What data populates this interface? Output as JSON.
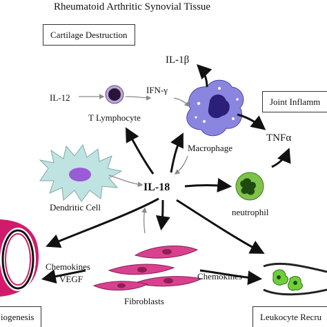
{
  "title": "Rheumatoid Arthritic Synovial Tissue",
  "boxes": {
    "cartilage": "Cartilage Destruction",
    "joint": "Joint Inflamm",
    "angiogenesis": "iogenesis",
    "leukocyte": "Leukocyte Recru"
  },
  "labels": {
    "il12": "IL-12",
    "ifng": "IFN-γ",
    "il1b": "IL-1β",
    "tlymph": "T Lymphocyte",
    "macrophage": "Macrophage",
    "tnfa": "TNFα",
    "il18": "IL-18",
    "dendritic": "Dendritic Cell",
    "neutrophil": "neutrophil",
    "chemokines_left": "Chemokines",
    "vegf": "VEGF",
    "chemokines_right": "Chemokines",
    "fibroblasts": "Fibroblasts"
  },
  "colors": {
    "arrow_main": "#111111",
    "arrow_feedback": "#8a8a8a",
    "tcell_outer": "#b9a6d6",
    "tcell_inner": "#2a1538",
    "macrophage": "#8a86e0",
    "macrophage_nucleus": "#2b1f7a",
    "dendritic_body": "#bfe3e0",
    "dendritic_nucleus": "#9a5bd6",
    "neutrophil_body": "#7ec24a",
    "neutrophil_nucleus": "#1f4a0f",
    "fibroblast": "#d9418f",
    "vessel": "#d11b6a",
    "leukocyte_cell": "#6fcf3a"
  }
}
